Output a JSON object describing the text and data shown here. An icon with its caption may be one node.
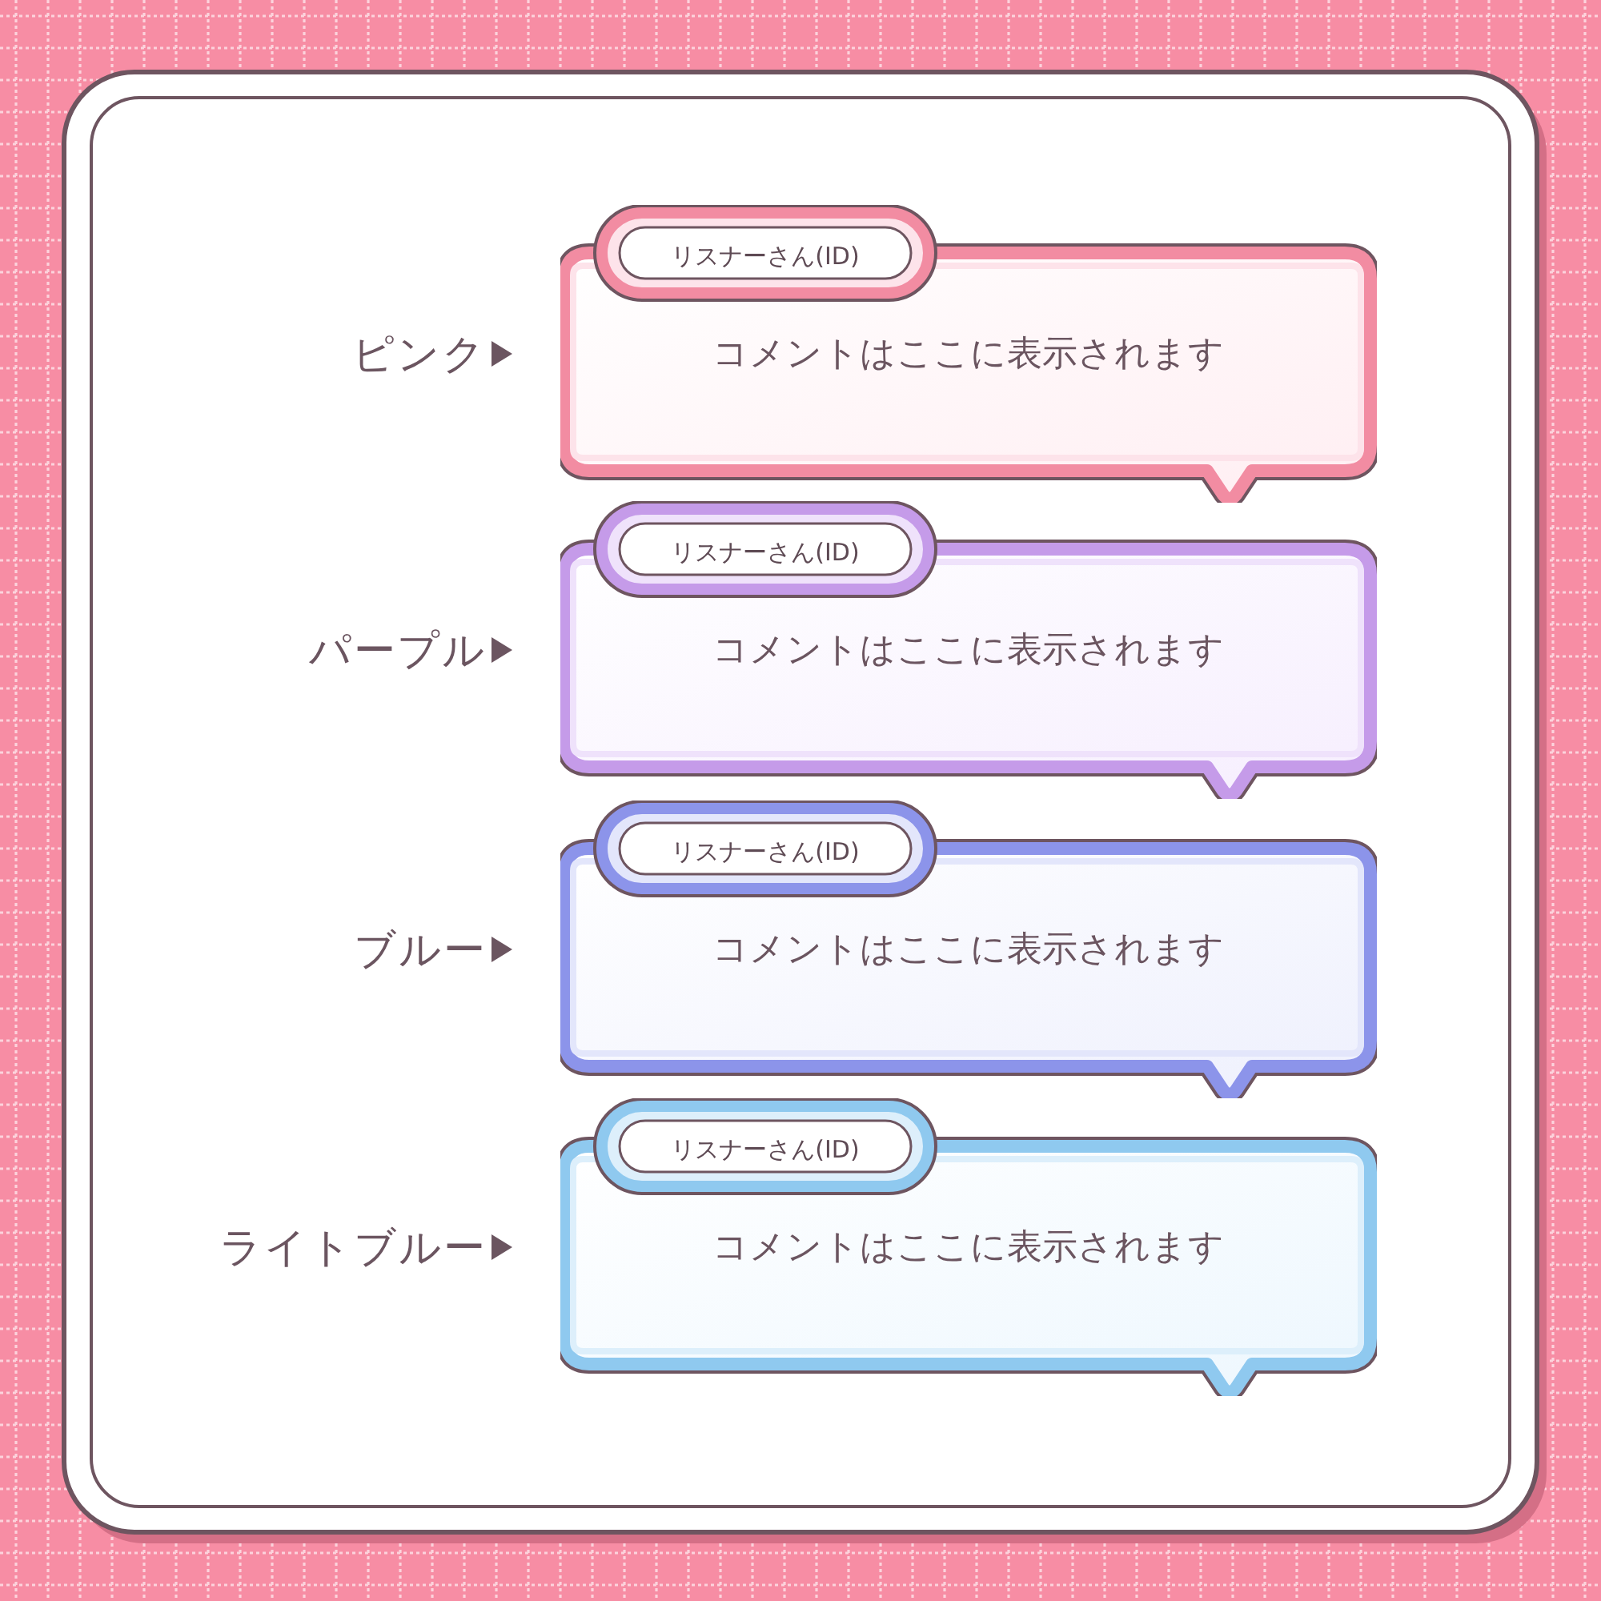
{
  "diagram": {
    "nodes": [
      {
        "text": [
          "ピンク"
        ]
      },
      {
        "text": [
          "リスナーさん(ID)",
          "コメントはここに表示されます"
        ]
      },
      {
        "text": [
          "パープル"
        ]
      },
      {
        "text": [
          "リスナーさん(ID)",
          "コメントはここに表示されます"
        ]
      },
      {
        "text": [
          "ブルー"
        ]
      },
      {
        "text": [
          "リスナーさん(ID)",
          "コメントはここに表示されます"
        ]
      },
      {
        "text": [
          "ライトブルー"
        ]
      },
      {
        "text": [
          "リスナーさん(ID)",
          "コメントはここに表示されます"
        ]
      }
    ]
  }
}
